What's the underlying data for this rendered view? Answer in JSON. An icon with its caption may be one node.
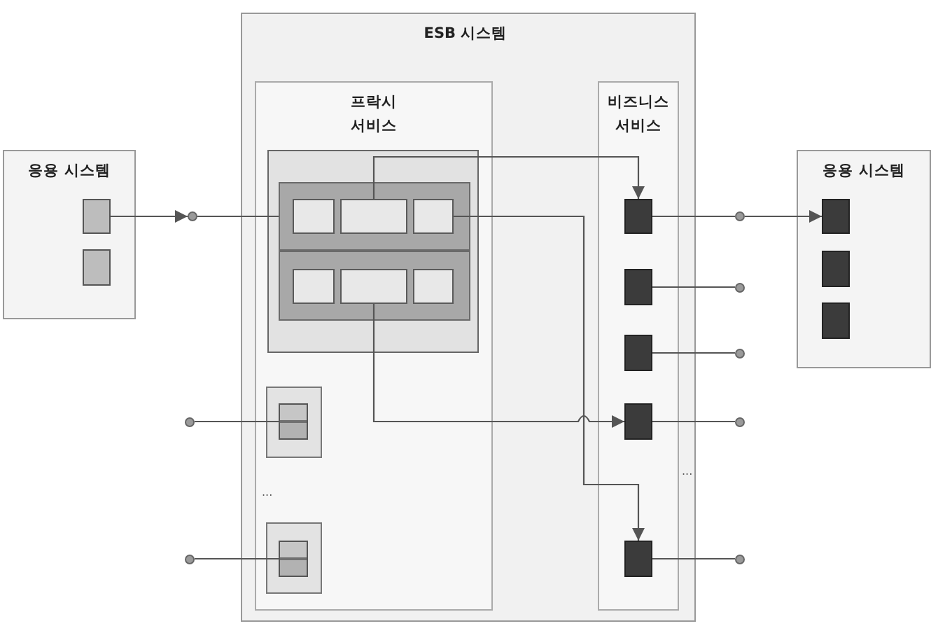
{
  "diagram": {
    "nodes": [
      {
        "text": [
          "응용 시스템"
        ]
      },
      {
        "text": [],
        "shape": "box",
        "in": 0
      },
      {
        "text": [],
        "shape": "box",
        "in": 0
      },
      {
        "text": [],
        "shape": "circle"
      },
      {
        "text": [
          "ESB 시스템"
        ]
      },
      {
        "text": [
          "프락시 서비스"
        ],
        "in": 4
      },
      {
        "text": [],
        "shape": "box",
        "in": 5
      },
      {
        "text": [],
        "shape": "box",
        "in": 6
      },
      {
        "text": [],
        "shape": "box",
        "in": 7
      },
      {
        "text": [],
        "shape": "box",
        "in": 7
      },
      {
        "text": [],
        "shape": "box",
        "in": 7
      },
      {
        "text": [],
        "shape": "box",
        "in": 6
      },
      {
        "text": [],
        "shape": "box",
        "in": 11
      },
      {
        "text": [],
        "shape": "box",
        "in": 11
      },
      {
        "text": [],
        "shape": "box",
        "in": 11
      },
      {
        "text": [],
        "shape": "box",
        "in": 5
      },
      {
        "text": [],
        "shape": "box",
        "in": 15
      },
      {
        "text": [],
        "shape": "box",
        "in": 5
      },
      {
        "text": [],
        "shape": "box",
        "in": 17
      },
      {
        "text": [
          "비즈니스 서비스"
        ],
        "in": 4
      },
      {
        "text": [],
        "shape": "box",
        "in": 19
      },
      {
        "text": [],
        "shape": "box",
        "in": 19
      },
      {
        "text": [],
        "shape": "box",
        "in": 19
      },
      {
        "text": [],
        "shape": "box",
        "in": 19
      },
      {
        "text": [],
        "shape": "box",
        "in": 19
      },
      {
        "text": [],
        "shape": "circle"
      },
      {
        "text": [],
        "shape": "circle"
      },
      {
        "text": [],
        "shape": "circle"
      },
      {
        "text": [],
        "shape": "circle"
      },
      {
        "text": [],
        "shape": "circle"
      },
      {
        "text": [],
        "shape": "circle"
      },
      {
        "text": [],
        "shape": "circle"
      },
      {
        "text": [
          "응용 시스템"
        ]
      },
      {
        "text": [],
        "shape": "box",
        "in": 32
      },
      {
        "text": [],
        "shape": "box",
        "in": 32
      },
      {
        "text": [],
        "shape": "box",
        "in": 32
      }
    ],
    "edges": [
      {
        "from": 1,
        "to": 3,
        "arrow": "to"
      },
      {
        "from": 3,
        "to": 7,
        "arrow": "none"
      },
      {
        "from": 9,
        "to": 20,
        "arrow": "to"
      },
      {
        "from": 10,
        "to": 24,
        "arrow": "to"
      },
      {
        "from": 13,
        "to": 23,
        "arrow": "to"
      },
      {
        "from": 20,
        "to": 27,
        "arrow": "none"
      },
      {
        "from": 27,
        "to": 33,
        "arrow": "to"
      },
      {
        "from": 21,
        "to": 28,
        "arrow": "none"
      },
      {
        "from": 22,
        "to": 29,
        "arrow": "none"
      },
      {
        "from": 23,
        "to": 30,
        "arrow": "none"
      },
      {
        "from": 24,
        "to": 31,
        "arrow": "none"
      },
      {
        "from": 25,
        "to": 16,
        "arrow": "none"
      },
      {
        "from": 26,
        "to": 18,
        "arrow": "none"
      }
    ],
    "labels": [
      "...",
      "..."
    ]
  }
}
